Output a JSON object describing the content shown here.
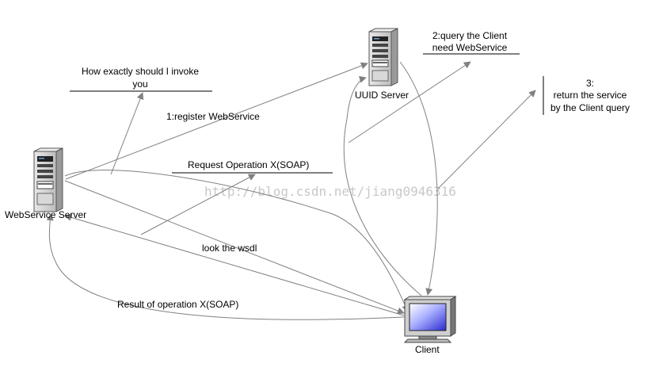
{
  "nodes": {
    "webservice_server": "WebService Server",
    "uuid_server": "UUID Server",
    "client": "Client"
  },
  "labels": {
    "invoke_line1": "How exactly should I invoke",
    "invoke_line2": "you",
    "register": "1:register WebService",
    "query_line1": "2:query the Client",
    "query_line2": "need WebService",
    "return_line1": "3:",
    "return_line2": "return the service",
    "return_line3": "by the Client query",
    "request": "Request Operation X(SOAP)",
    "wsdl": "look the wsdl",
    "result": "Result of operation X(SOAP)"
  },
  "watermark": "http://blog.csdn.net/jiang0946316"
}
